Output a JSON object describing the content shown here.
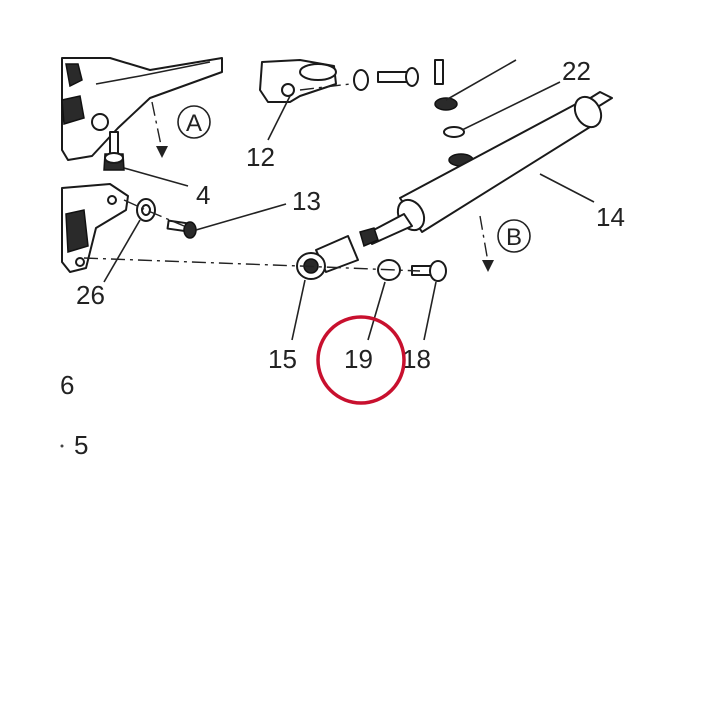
{
  "callouts": {
    "c4": "4",
    "c12": "12",
    "c13": "13",
    "c14": "14",
    "c15": "15",
    "c18": "18",
    "c19": "19",
    "c22": "22",
    "c26": "26",
    "c6": "6",
    "c5": "5"
  },
  "view_markers": {
    "a": "A",
    "b": "B"
  },
  "highlight": {
    "target": "19",
    "color": "#c8102e"
  }
}
